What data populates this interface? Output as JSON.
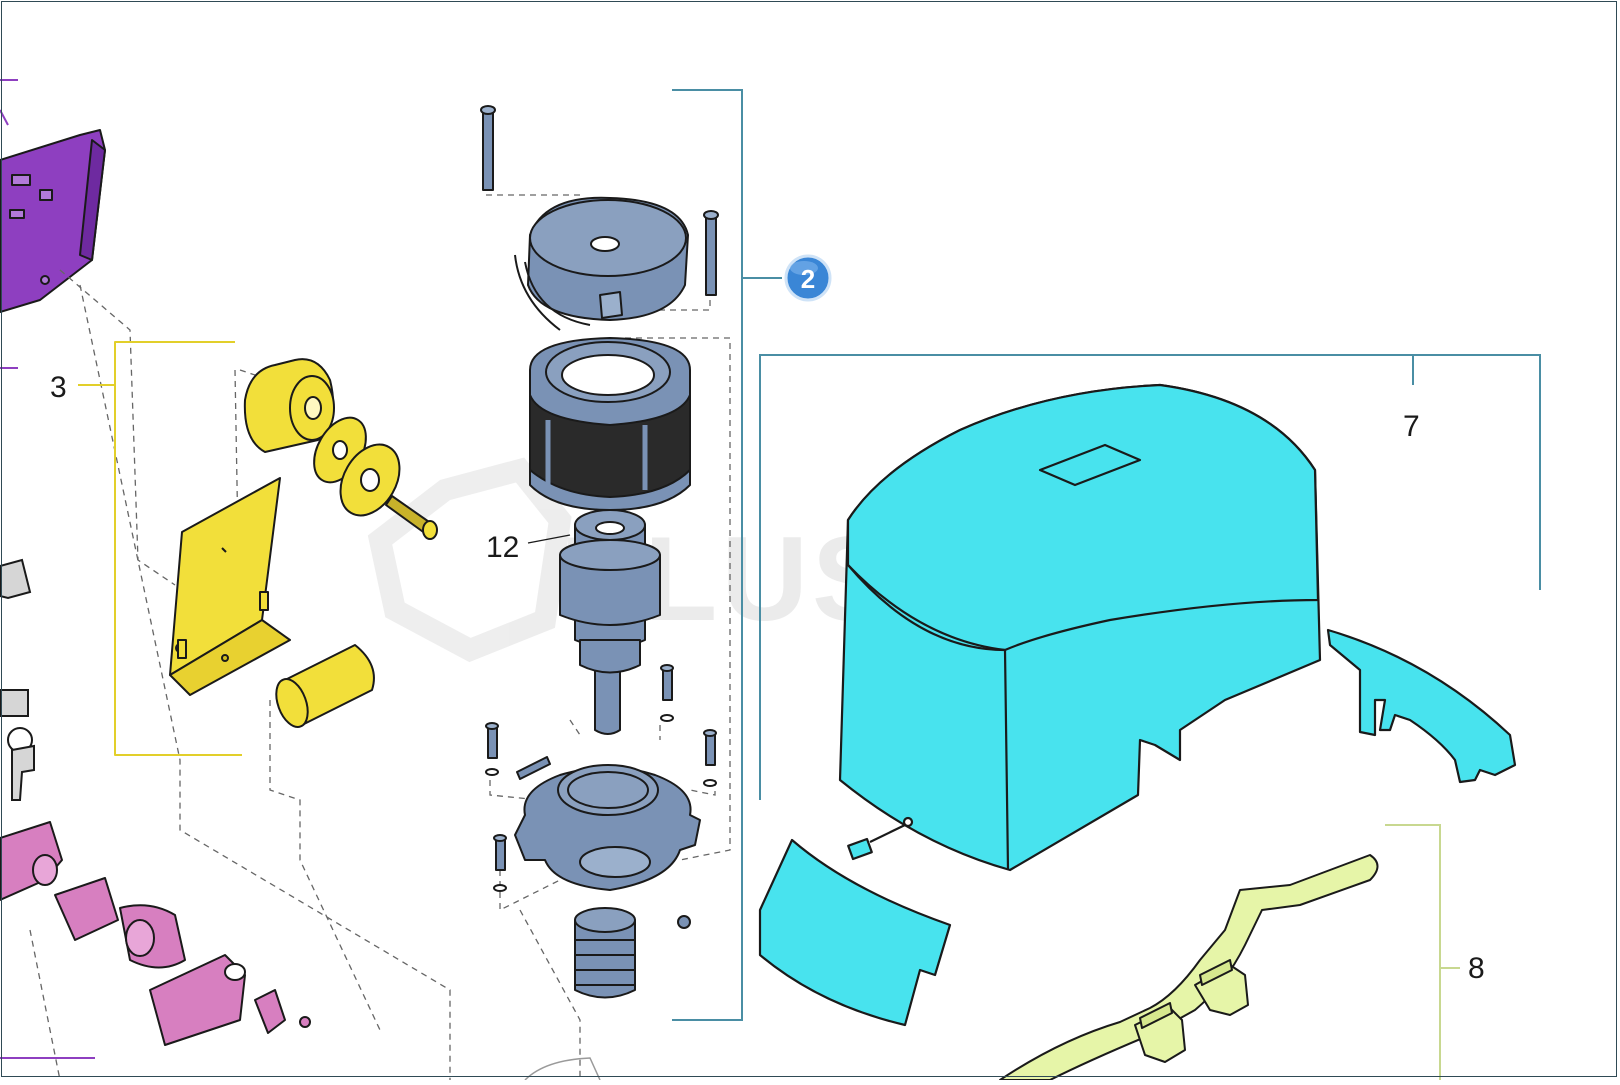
{
  "diagram": {
    "callouts": [
      {
        "id": "3",
        "text": "3"
      },
      {
        "id": "12",
        "text": "12"
      },
      {
        "id": "7",
        "text": "7"
      },
      {
        "id": "8",
        "text": "8"
      }
    ],
    "badge": {
      "text": "2",
      "color": "#3a86d6"
    },
    "watermark": "PLUSCOM"
  },
  "colors": {
    "purple_group": "#8e3fc0",
    "yellow_group": "#f2df3a",
    "motor_parts": "#7a92b5",
    "cover": "#48e3ee",
    "pink_group": "#d77fc0",
    "arm": "#e6f5a8",
    "lead_line_teal": "#4a8ea4",
    "lead_line_yellow": "#e2cf2a",
    "lead_line_purple": "#8e3fc0"
  }
}
